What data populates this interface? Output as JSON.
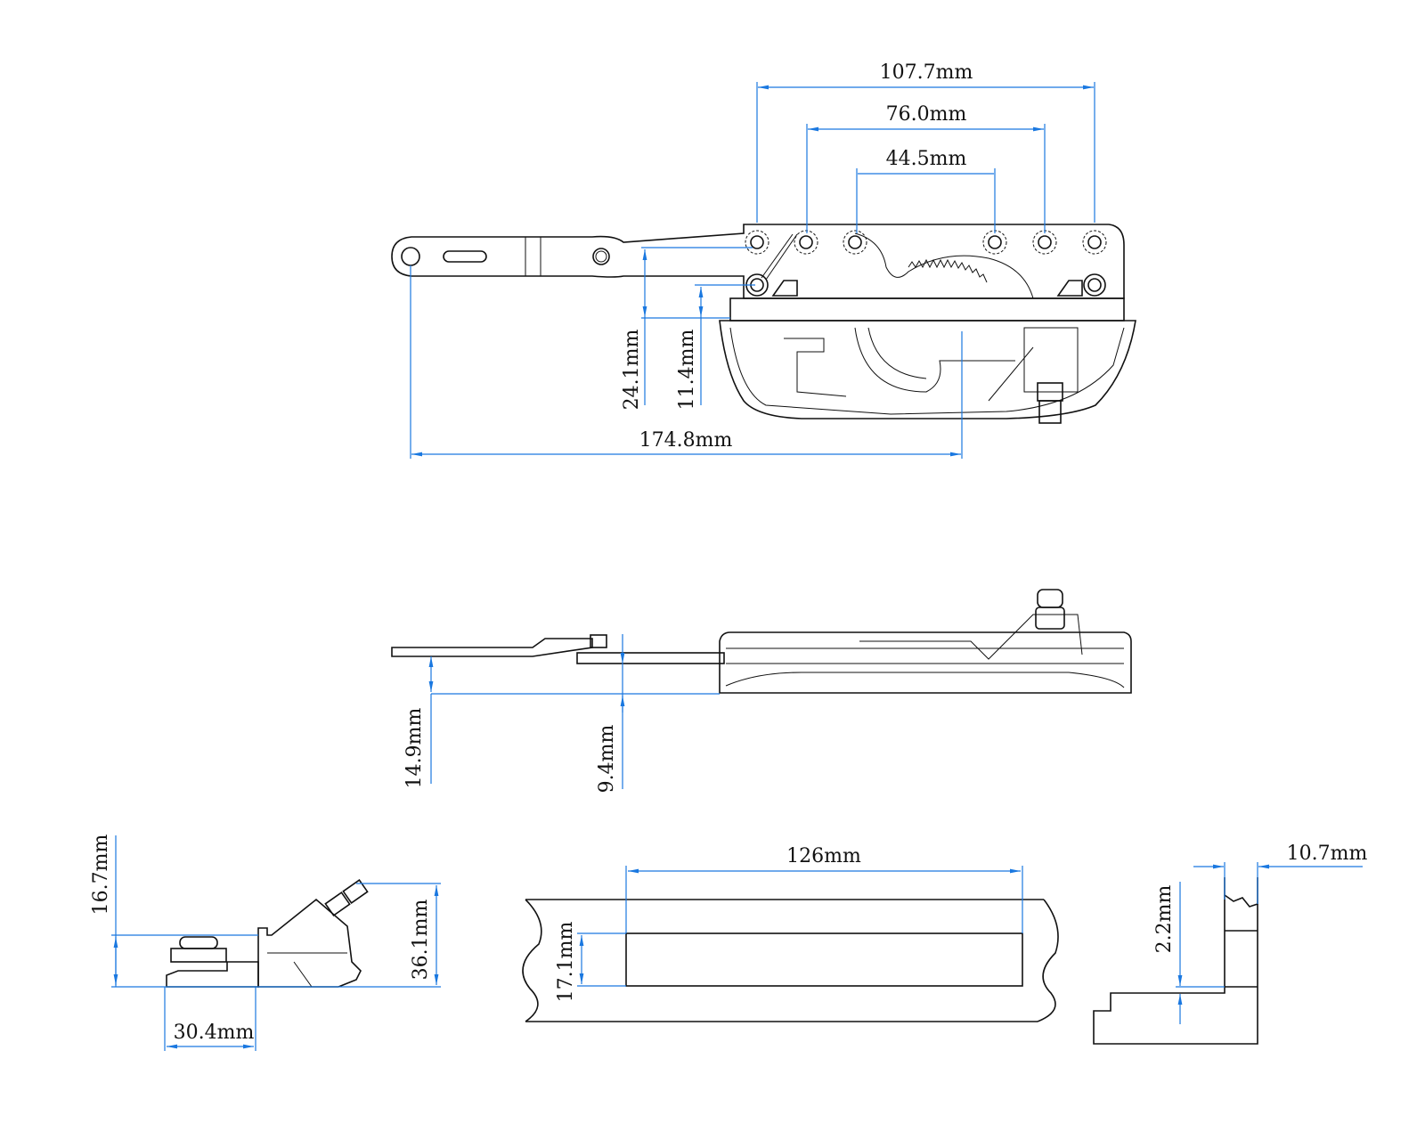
{
  "colors": {
    "dimension": "#1a78e0",
    "outline": "#111111",
    "background": "#ffffff"
  },
  "top_view": {
    "dims": {
      "overall_holes": "107.7mm",
      "middle_holes": "76.0mm",
      "inner_holes": "44.5mm",
      "arm_height": "24.1mm",
      "pivot_height": "11.4mm",
      "arm_length": "174.8mm"
    }
  },
  "side_view": {
    "dims": {
      "arm_offset": "14.9mm",
      "arm_step": "9.4mm"
    }
  },
  "end_view": {
    "dims": {
      "base_height": "16.7mm",
      "overall_height": "36.1mm",
      "base_width": "30.4mm"
    }
  },
  "cutout_view": {
    "dims": {
      "cutout_length": "126mm",
      "cutout_width": "17.1mm"
    }
  },
  "profile_view": {
    "dims": {
      "frame_width": "10.7mm",
      "step_height": "2.2mm"
    }
  }
}
